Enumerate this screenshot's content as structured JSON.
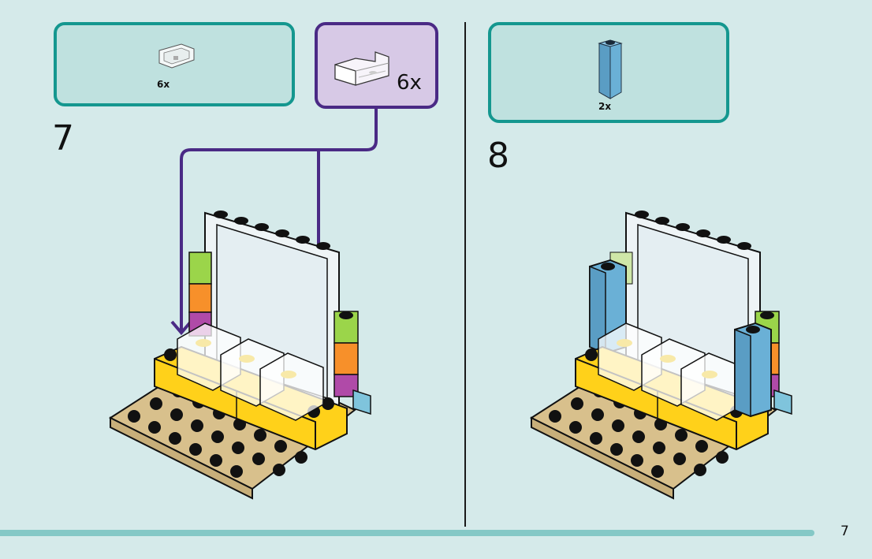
{
  "page": {
    "number": "7"
  },
  "colors": {
    "background": "#d5eaea",
    "parts_box_border": "#14978f",
    "parts_box_fill": "#bfe1df",
    "subassembly_border": "#4a2a85",
    "subassembly_fill": "#d7c9e6",
    "arrow": "#4a2a85",
    "footer_bar": "#84c8c6"
  },
  "steps": [
    {
      "number": "7",
      "parts": [
        {
          "name": "transparent-container-piece",
          "quantity": "6x"
        }
      ],
      "subassembly": {
        "name": "transparent-container-piece",
        "quantity": "6x"
      },
      "model": "frame-with-containers-arrows"
    },
    {
      "number": "8",
      "parts": [
        {
          "name": "light-blue-1x1x3-brick",
          "quantity": "2x"
        }
      ],
      "model": "frame-with-blue-pillars"
    }
  ]
}
